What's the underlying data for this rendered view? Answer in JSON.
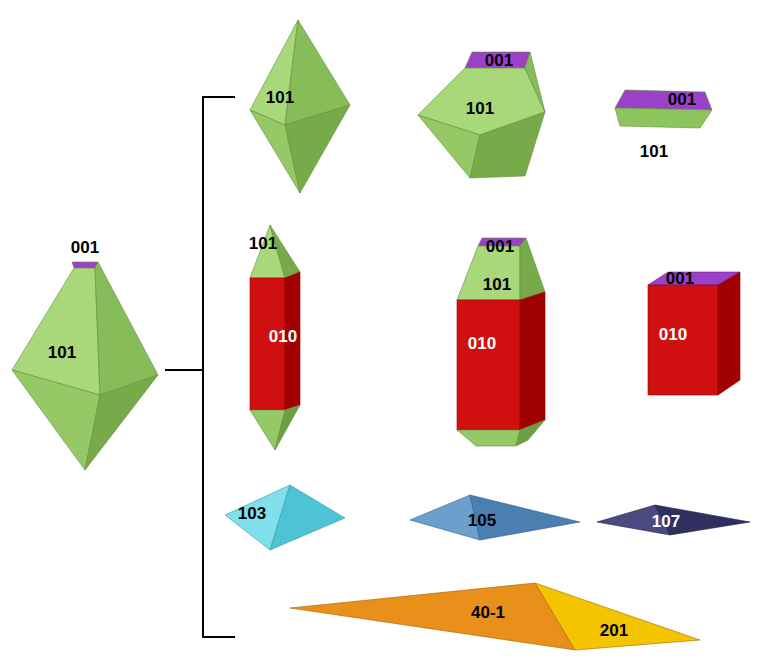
{
  "diagram": {
    "labels": [
      "001",
      "101",
      "101",
      "001",
      "101",
      "001",
      "101",
      "101",
      "010",
      "001",
      "101",
      "010",
      "001",
      "010",
      "103",
      "105",
      "107",
      "40-1",
      "201"
    ]
  }
}
